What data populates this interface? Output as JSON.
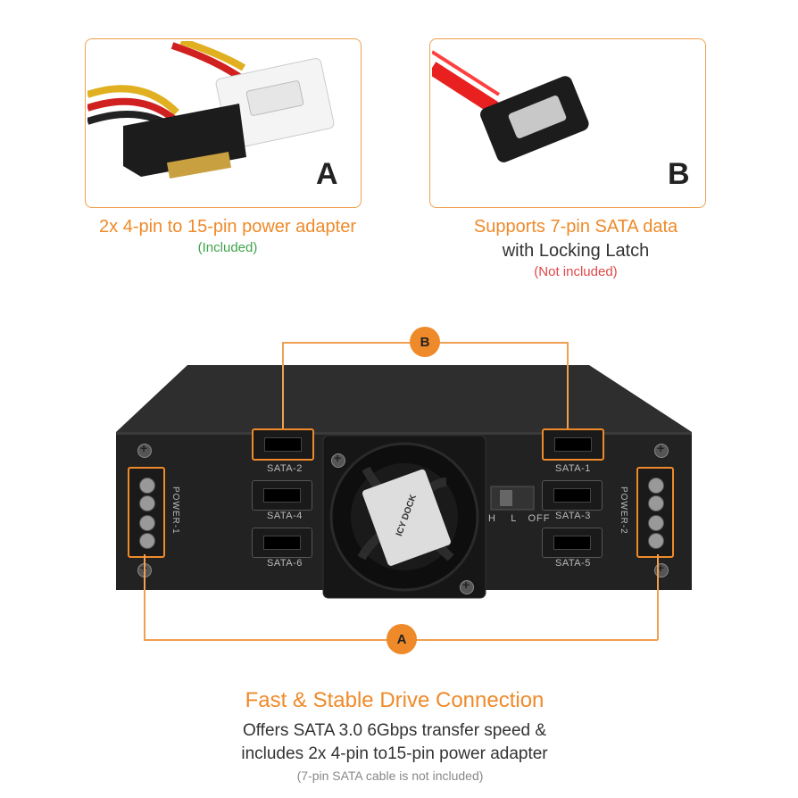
{
  "panel_a": {
    "letter": "A",
    "caption": "2x 4-pin to 15-pin power adapter",
    "note": "(Included)"
  },
  "panel_b": {
    "letter": "B",
    "caption_line1": "Supports 7-pin SATA data",
    "caption_line2": "with Locking Latch",
    "note": "(Not included)"
  },
  "device": {
    "callout_top": "B",
    "callout_bottom": "A",
    "ports": {
      "sata1": "SATA-1",
      "sata2": "SATA-2",
      "sata3": "SATA-3",
      "sata4": "SATA-4",
      "sata5": "SATA-5",
      "sata6": "SATA-6"
    },
    "power1": "POWER-1",
    "power2": "POWER-2",
    "switch_labels": {
      "h": "H",
      "l": "L",
      "off": "OFF"
    },
    "fan_brand": "ICY DOCK"
  },
  "footer": {
    "title": "Fast & Stable Drive Connection",
    "line1": "Offers SATA 3.0 6Gbps transfer speed &",
    "line2": "includes 2x 4-pin to15-pin power adapter",
    "note": "(7-pin SATA cable is not included)"
  },
  "colors": {
    "accent": "#ef8a2a",
    "included": "#3fa44a",
    "not_included": "#e0484a"
  }
}
